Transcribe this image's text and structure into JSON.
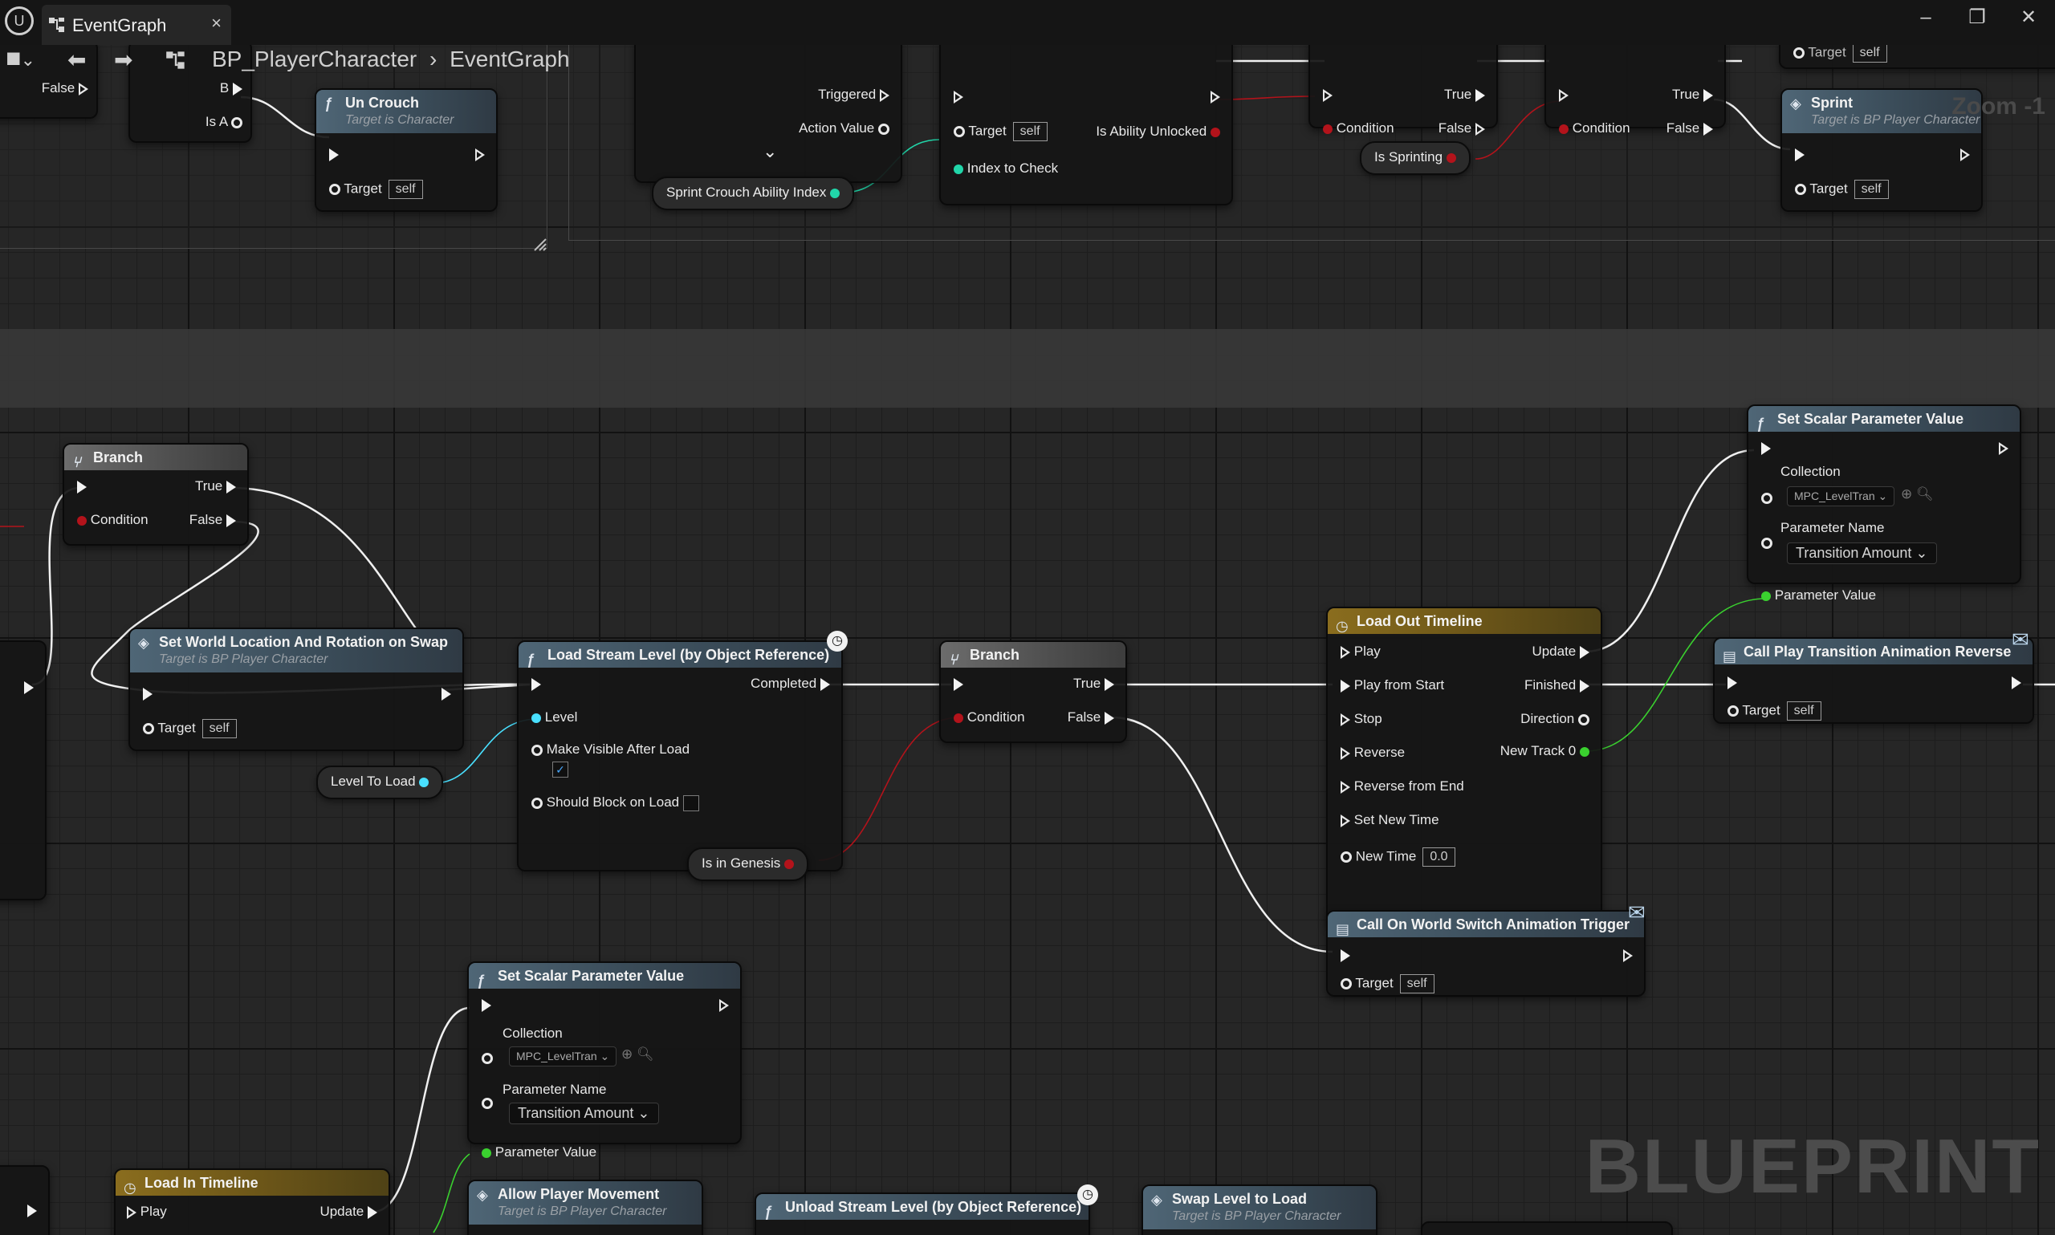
{
  "window": {
    "tab_label": "EventGraph",
    "tab_close": "×",
    "minimize": "–",
    "maximize": "❐",
    "close": "✕"
  },
  "toolbar": {
    "back": "⬅",
    "forward": "➡",
    "breadcrumb_root": "BP_PlayerCharacter",
    "breadcrumb_separator": "›",
    "breadcrumb_current": "EventGraph"
  },
  "graph": {
    "zoom_label": "Zoom -1",
    "watermark": "BLUEPRINT"
  },
  "top_section": {
    "partial_false": "False",
    "partial_b": "B",
    "partial_is_a": "Is A",
    "uncrouch": {
      "title": "Un Crouch",
      "subtitle": "Target is Character",
      "target": "Target",
      "self": "self"
    },
    "input_action": {
      "triggered": "Triggered",
      "action_value": "Action Value",
      "expand": "⌄"
    },
    "ability_check": {
      "target": "Target",
      "self": "self",
      "is_ability_unlocked": "Is Ability Unlocked",
      "index_to_check": "Index to Check"
    },
    "sprint_crouch_var": "Sprint Crouch Ability Index",
    "branch1": {
      "true": "True",
      "condition": "Condition",
      "false": "False"
    },
    "branch2": {
      "true": "True",
      "condition": "Condition",
      "false": "False"
    },
    "is_sprinting_var": "Is Sprinting",
    "sprint": {
      "title": "Sprint",
      "subtitle": "Target is BP Player Character",
      "target": "Target",
      "self": "self",
      "top_target": "Target",
      "top_self": "self"
    }
  },
  "nodes": {
    "branch_a": {
      "title": "Branch",
      "true": "True",
      "condition": "Condition",
      "false": "False"
    },
    "set_world_loc": {
      "title": "Set World Location And Rotation on Swap",
      "subtitle": "Target is BP Player Character",
      "target": "Target",
      "self": "self"
    },
    "level_to_load_var": "Level To Load",
    "load_stream": {
      "title": "Load Stream Level (by Object Reference)",
      "completed": "Completed",
      "level": "Level",
      "make_visible": "Make Visible After Load",
      "make_visible_checked": "✓",
      "should_block": "Should Block on Load"
    },
    "is_in_genesis_var": "Is in Genesis",
    "branch_b": {
      "title": "Branch",
      "true": "True",
      "condition": "Condition",
      "false": "False"
    },
    "load_out_timeline": {
      "title": "Load Out Timeline",
      "play": "Play",
      "play_from_start": "Play from Start",
      "stop": "Stop",
      "reverse": "Reverse",
      "reverse_from_end": "Reverse from End",
      "set_new_time": "Set New Time",
      "new_time": "New Time",
      "new_time_value": "0.0",
      "update": "Update",
      "finished": "Finished",
      "direction": "Direction",
      "new_track": "New Track 0"
    },
    "set_scalar_top": {
      "title": "Set Scalar Parameter Value",
      "collection": "Collection",
      "collection_value": "MPC_LevelTran",
      "parameter_name": "Parameter Name",
      "parameter_name_value": "Transition Amount",
      "parameter_value": "Parameter Value"
    },
    "call_play_transition": {
      "title": "Call Play Transition Animation Reverse",
      "target": "Target",
      "self": "self"
    },
    "call_world_switch": {
      "title": "Call On World Switch Animation Trigger",
      "target": "Target",
      "self": "self"
    },
    "set_scalar_bottom": {
      "title": "Set Scalar Parameter Value",
      "collection": "Collection",
      "collection_value": "MPC_LevelTran",
      "parameter_name": "Parameter Name",
      "parameter_name_value": "Transition Amount",
      "parameter_value": "Parameter Value"
    },
    "load_in_timeline": {
      "title": "Load In Timeline",
      "play": "Play",
      "update": "Update"
    },
    "allow_movement": {
      "title": "Allow Player Movement",
      "subtitle": "Target is BP Player Character"
    },
    "unload_stream": {
      "title": "Unload Stream Level (by Object Reference)"
    },
    "swap_level": {
      "title": "Swap Level to Load",
      "subtitle": "Target is BP Player Character"
    }
  },
  "colors": {
    "exec": "#f2f2f2",
    "bool_pin": "#b3131b",
    "object_pin": "#1f8fd6",
    "soft_object_pin": "#49e0ff",
    "int_pin": "#21d6a9",
    "float_pin": "#3ad12f",
    "name_pin": "#c27ad8"
  }
}
